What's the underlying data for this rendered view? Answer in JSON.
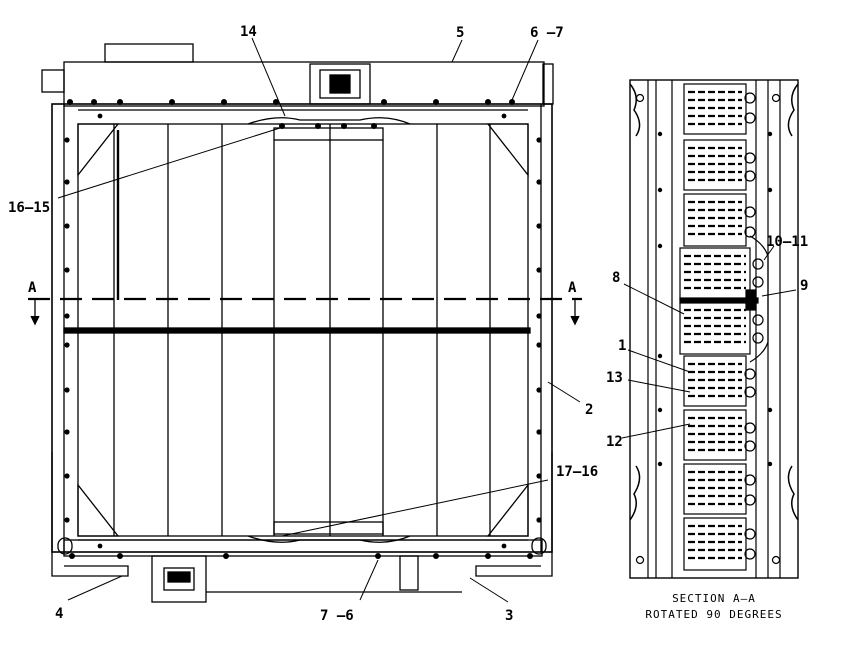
{
  "callouts": {
    "c14": "14",
    "c5": "5",
    "c6_7": "6 –7",
    "c16_15": "16–15",
    "cA_left": "A",
    "cA_right": "A",
    "c2": "2",
    "c17_16": "17–16",
    "c4": "4",
    "c7_6": "7 –6",
    "c3": "3",
    "c10_11": "10–11",
    "c8": "8",
    "c9": "9",
    "c1": "1",
    "c13": "13",
    "c12": "12"
  },
  "section": {
    "line1": "SECTION A–A",
    "line2": "ROTATED 90 DEGREES"
  },
  "colors": {
    "ink": "#000000",
    "paper": "#ffffff"
  }
}
